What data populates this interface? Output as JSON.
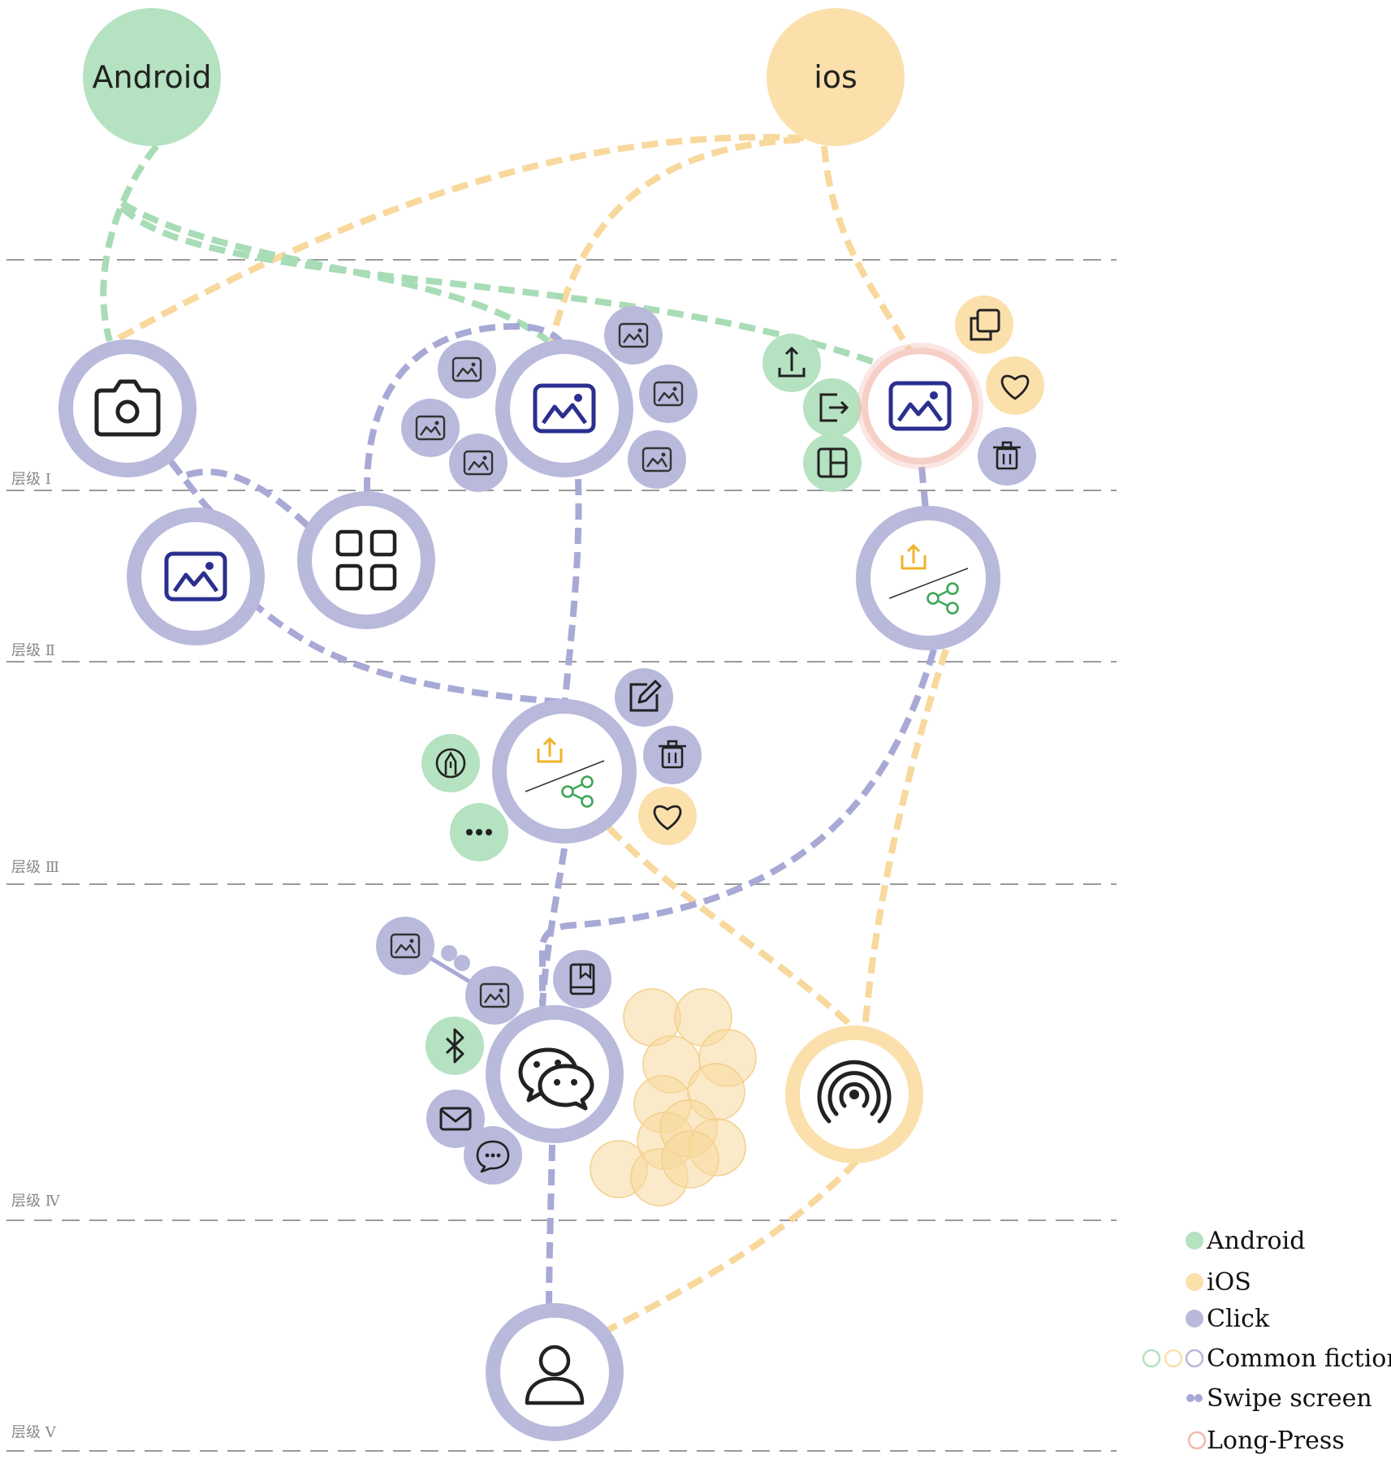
{
  "colors": {
    "android": "#b5e2c1",
    "ios": "#fbe0ac",
    "click": "#b9b9dc",
    "line_android": "#a8dcb6",
    "line_ios": "#f8d89c",
    "line_click": "#a9a9d6",
    "icon_dark": "#222222",
    "icon_navy": "#2a2f8f",
    "icon_orange": "#f0b429",
    "icon_green": "#3ca655",
    "longpress": "#f4b8ae"
  },
  "platforms": {
    "android": "Android",
    "ios": "ios"
  },
  "levels": [
    "层级 Ⅰ",
    "层级 Ⅱ",
    "层级 Ⅲ",
    "层级 Ⅳ",
    "层级 Ⅴ"
  ],
  "legend": [
    {
      "label": "Android",
      "marker": "android-dot"
    },
    {
      "label": "iOS",
      "marker": "ios-dot"
    },
    {
      "label": "Click",
      "marker": "click-dot"
    },
    {
      "label": "Common fiction",
      "marker": "ring-triplet"
    },
    {
      "label": "Swipe screen",
      "marker": "swipe-dots"
    },
    {
      "label": "Long-Press",
      "marker": "longpress-ring"
    }
  ]
}
